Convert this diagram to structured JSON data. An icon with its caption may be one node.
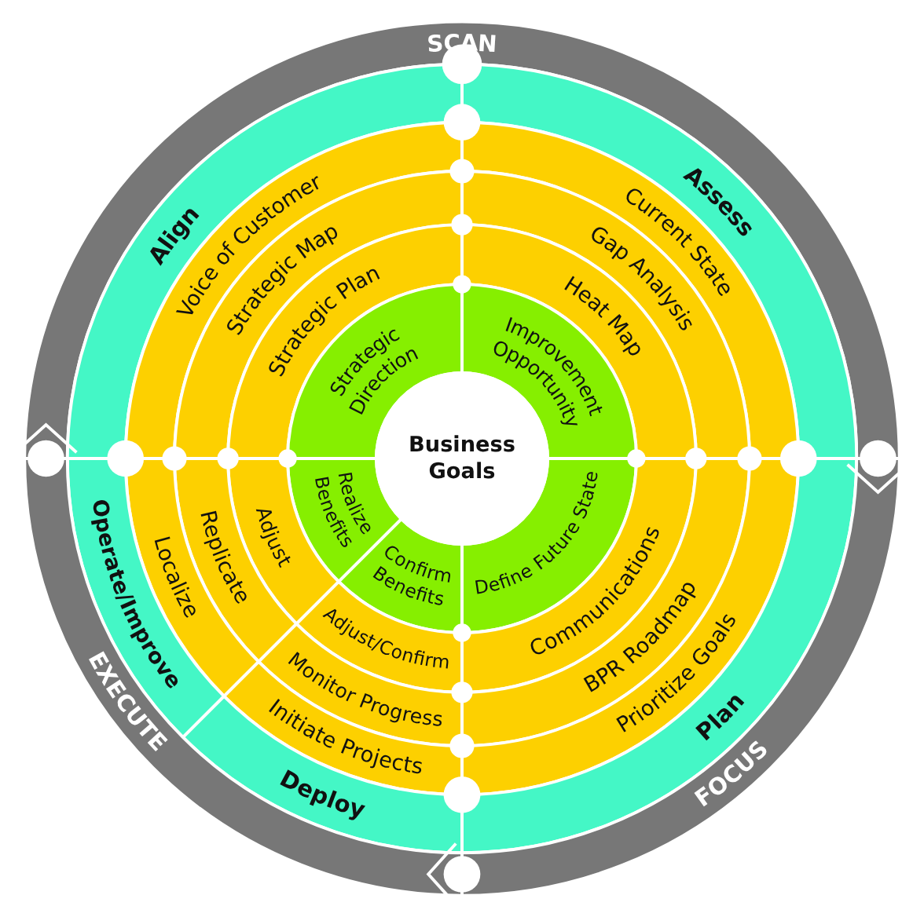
{
  "diagram": {
    "nodes": [
      {
        "text": [
          "SCAN"
        ]
      },
      {
        "text": [
          "Align"
        ]
      },
      {
        "text": [
          "Assess"
        ]
      },
      {
        "text": [
          "Voice of Customer"
        ]
      },
      {
        "text": [
          "Current State"
        ]
      },
      {
        "text": [
          "Strategic Map"
        ]
      },
      {
        "text": [
          "Gap Analysis"
        ]
      },
      {
        "text": [
          "Strategic Plan"
        ]
      },
      {
        "text": [
          "Heat Map"
        ]
      },
      {
        "text": [
          "Strategic Direction"
        ]
      },
      {
        "text": [
          "Improvement Opportunity"
        ]
      },
      {
        "text": [
          "Business Goals"
        ]
      },
      {
        "text": [
          "Realize Benefits"
        ]
      },
      {
        "text": [
          "Confirm Benefits"
        ]
      },
      {
        "text": [
          "Define Future State"
        ]
      },
      {
        "text": [
          "Adjust"
        ]
      },
      {
        "text": [
          "Adjust/Confirm"
        ]
      },
      {
        "text": [
          "Communications"
        ]
      },
      {
        "text": [
          "Replicate"
        ]
      },
      {
        "text": [
          "Monitor Progress"
        ]
      },
      {
        "text": [
          "BPR Roadmap"
        ]
      },
      {
        "text": [
          "Localize"
        ]
      },
      {
        "text": [
          "Initiate Projects"
        ]
      },
      {
        "text": [
          "Prioritize Goals"
        ]
      },
      {
        "text": [
          "Operate/Improve"
        ]
      },
      {
        "text": [
          "Deploy"
        ]
      },
      {
        "text": [
          "Plan"
        ]
      },
      {
        "text": [
          "EXECUTE"
        ]
      },
      {
        "text": [
          "FOCUS"
        ]
      }
    ],
    "edges": []
  }
}
